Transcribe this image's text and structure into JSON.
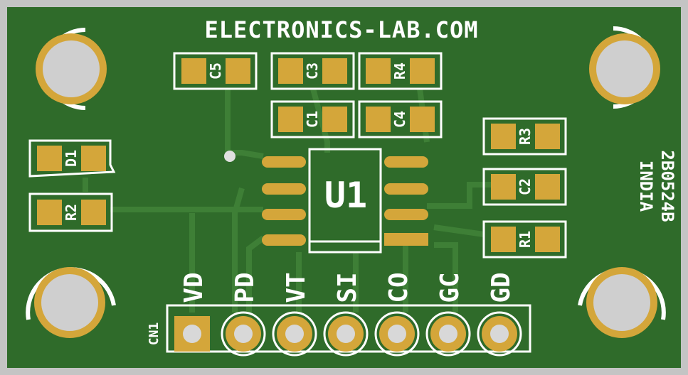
{
  "board": {
    "brand_text": "ELECTRONICS-LAB.COM",
    "side_text_1": "INDIA",
    "side_text_2": "2B0524B",
    "colors": {
      "edge": "#c4c4c4",
      "board": "#2f6b2a",
      "trace": "#3e7f36",
      "copper": "#d4a63a",
      "silk": "#ffffff",
      "hole": "#cfcfcf"
    }
  },
  "components": {
    "u1": "U1",
    "c5": "C5",
    "c3": "C3",
    "r4": "R4",
    "c1": "C1",
    "c4": "C4",
    "d1": "D1",
    "r2": "R2",
    "r3": "R3",
    "c2": "C2",
    "r1": "R1"
  },
  "connector": {
    "ref": "CN1",
    "pins": [
      "VD",
      "PD",
      "VT",
      "SI",
      "CO",
      "GC",
      "GD"
    ]
  }
}
